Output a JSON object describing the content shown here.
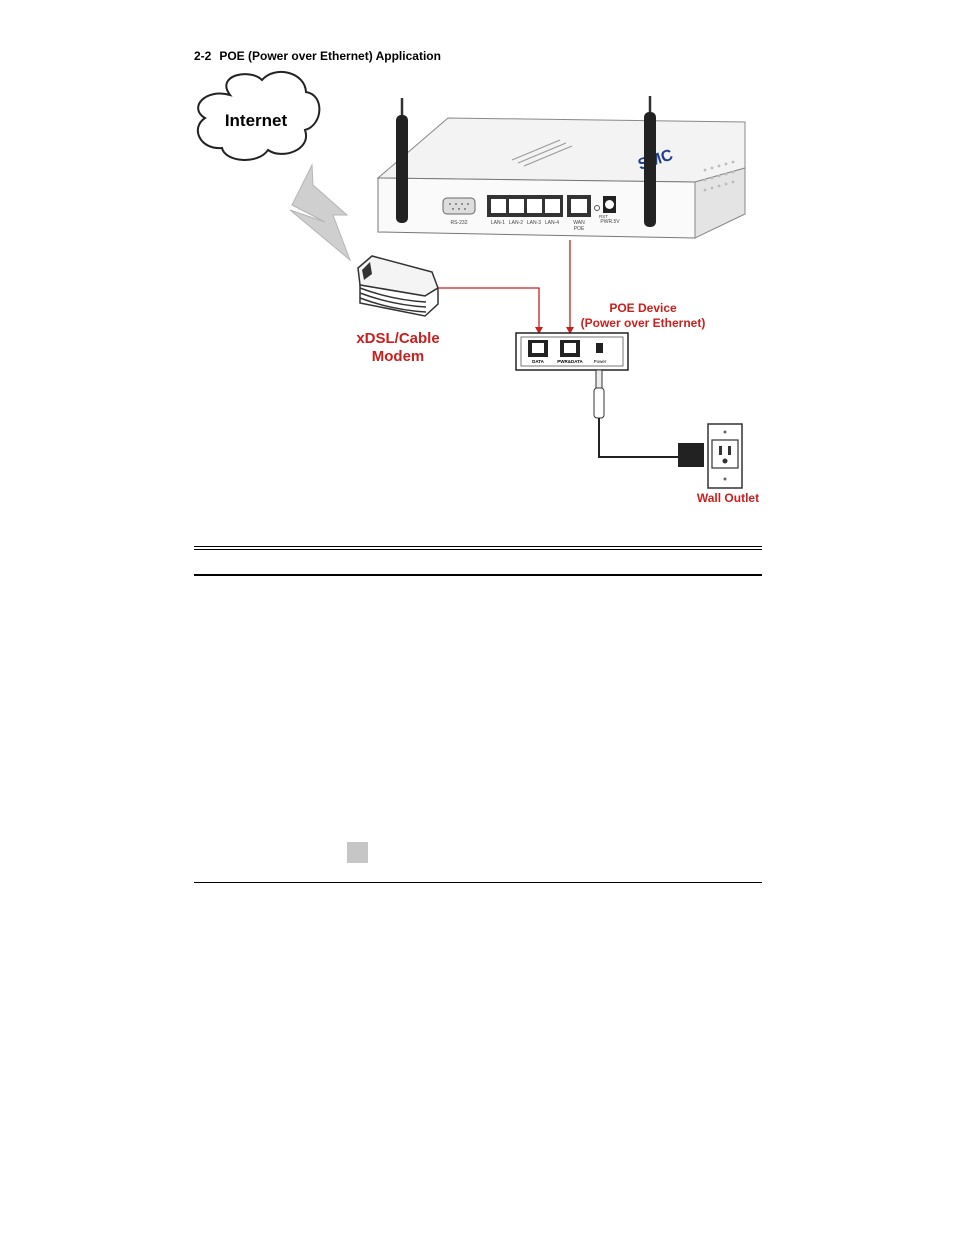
{
  "heading": {
    "number": "2-2",
    "title": "POE (Power over Ethernet) Application"
  },
  "diagram": {
    "internet_label": "Internet",
    "modem_label_line1": "xDSL/Cable",
    "modem_label_line2": "Modem",
    "poe_label_line1": "POE Device",
    "poe_label_line2": "(Power over Ethernet)",
    "wall_outlet_label": "Wall Outlet",
    "router_ports": {
      "rs232": "RS-232",
      "lan1": "LAN-1",
      "lan2": "LAN-2",
      "lan3": "LAN-3",
      "lan4": "LAN-4",
      "wan_line1": "WAN",
      "wan_line2": "POE",
      "rst": "RST",
      "pwr": "PWR.5V"
    },
    "poe_ports": {
      "data": "DATA",
      "pwr_data": "PWR&DATA",
      "power": "Power"
    },
    "colors": {
      "callout": "#c8201e",
      "line": "#c8201e"
    }
  }
}
